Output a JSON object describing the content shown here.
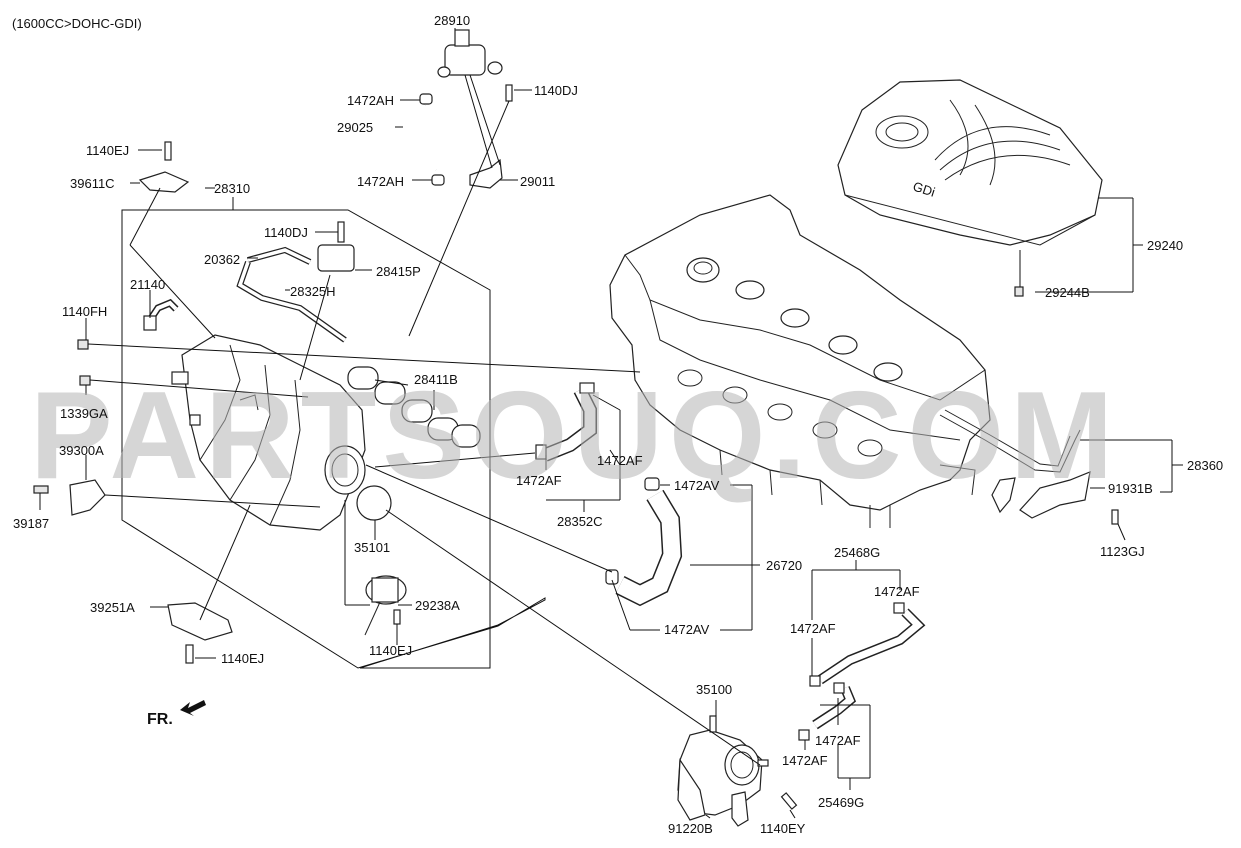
{
  "header": "(1600CC>DOHC-GDI)",
  "watermark": "PARTSOUQ.COM",
  "front_label": "FR.",
  "engine_badge": "GDi",
  "parts": [
    "28910",
    "1472AH",
    "1140DJ",
    "29025",
    "1472AH",
    "29011",
    "1140EJ",
    "39611C",
    "28310",
    "1140DJ",
    "20362",
    "28415P",
    "28325H",
    "21140",
    "1140FH",
    "28411B",
    "1339GA",
    "39300A",
    "39187",
    "35101",
    "29238A",
    "1140EJ",
    "39251A",
    "1140EJ",
    "1472AF",
    "1472AF",
    "28352C",
    "1472AV",
    "26720",
    "1472AV",
    "25468G",
    "1472AF",
    "1472AF",
    "35100",
    "1472AF",
    "1472AF",
    "25469G",
    "91220B",
    "1140EY",
    "29240",
    "29244B",
    "28360",
    "91931B",
    "1123GJ"
  ],
  "colors": {
    "line": "#111111",
    "watermark": "#b4b4b4",
    "background": "#ffffff"
  }
}
